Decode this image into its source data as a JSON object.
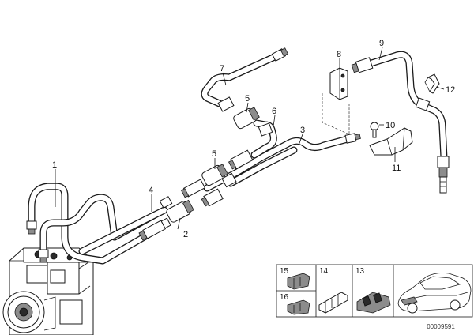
{
  "callouts": {
    "c1": "1",
    "c2": "2",
    "c3": "3",
    "c4": "4",
    "c5a": "5",
    "c5b": "5",
    "c6": "6",
    "c7": "7",
    "c8": "8",
    "c9": "9",
    "c10": "10",
    "c11": "11",
    "c12": "12"
  },
  "inset_panels": {
    "p15": "15",
    "p14": "14",
    "p13": "13",
    "p16": "16"
  },
  "catalog_number": "00009591"
}
